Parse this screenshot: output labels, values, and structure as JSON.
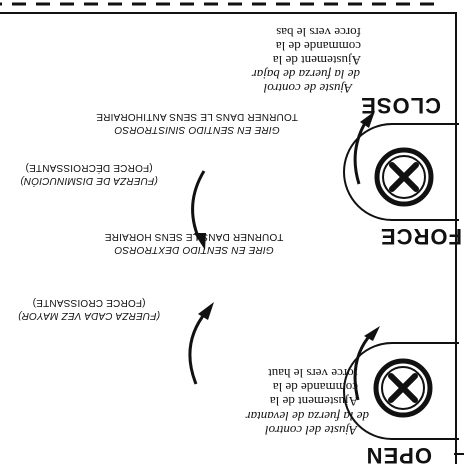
{
  "open": {
    "label": "OPEN",
    "es_line1": "Ajuste del control",
    "es_line2": "de la fuerza de levantar",
    "fr_line1": "Ajustement de la",
    "fr_line2": "commande de la",
    "fr_line3": "force vers le haut"
  },
  "force": {
    "label": "FORCE"
  },
  "close": {
    "label": "CLOSE",
    "es_line1": "Ajuste de control",
    "es_line2": "de la fuerza de bajar",
    "fr_line1": "Ajustement de la",
    "fr_line2": "commande de la",
    "fr_line3": "force vers le bas"
  },
  "clockwise": {
    "es": "GIRE EN SENTIDO DEXTRORSO",
    "fr": "TOURNER DANS LE SENS HORAIRE"
  },
  "counterclockwise": {
    "es": "GIRE EN SENTIDO SINISTRORSO",
    "fr": "TOURNER DANS LE SENS ANTIHORAIRE"
  },
  "increasing": {
    "es": "(FUERZA CADA VEZ MAYOR)",
    "fr": "(FORCE CROISSANTE)"
  },
  "decreasing": {
    "es": "(FUERZA DE DISMINUCIÓN)",
    "fr": "(FORCE DÉCROISSANTE)"
  }
}
